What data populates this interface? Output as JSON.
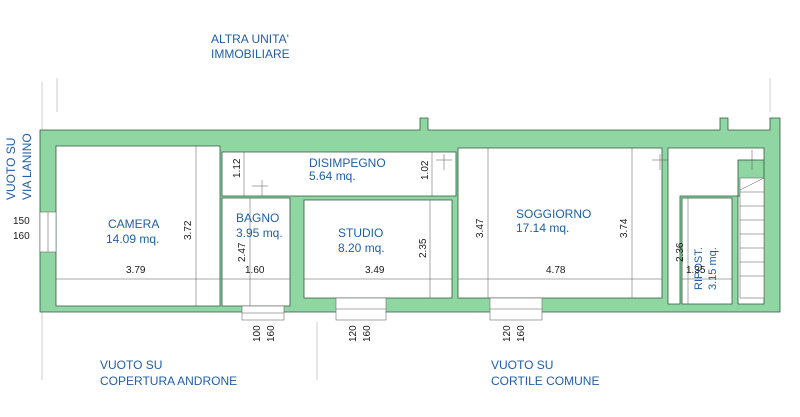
{
  "labels": {
    "altra_line1": "ALTRA UNITA'",
    "altra_line2": "IMMOBILIARE",
    "via_line1": "VUOTO SU",
    "via_line2": "VIA LANINO",
    "androne_line1": "VUOTO SU",
    "androne_line2": "COPERTURA ANDRONE",
    "cortile_line1": "VUOTO SU",
    "cortile_line2": "CORTILE COMUNE"
  },
  "rooms": {
    "camera": {
      "name": "CAMERA",
      "area": "14.09 mq."
    },
    "bagno": {
      "name": "BAGNO",
      "area": "3.95 mq."
    },
    "disimpegno": {
      "name": "DISIMPEGNO",
      "area": "5.64 mq."
    },
    "studio": {
      "name": "STUDIO",
      "area": "8.20 mq."
    },
    "soggiorno": {
      "name": "SOGGIORNO",
      "area": "17.14 mq."
    },
    "ripost": {
      "name": "RIPOST.",
      "area": "3.15 mq."
    }
  },
  "dimensions": {
    "camera_width": "3.79",
    "camera_height": "3.72",
    "bagno_width": "1.60",
    "bagno_height": "2.47",
    "disimpegno_height_left": "1.12",
    "disimpegno_height_right": "1.02",
    "studio_width": "3.49",
    "studio_height": "2.35",
    "soggiorno_width": "4.78",
    "soggiorno_height_left": "3.47",
    "soggiorno_height_right": "3.74",
    "ripost_height": "2.36",
    "ripost_width": "1.35"
  },
  "openings": {
    "window_left": {
      "w": "150",
      "h": "160"
    },
    "window_bagno": {
      "w": "100",
      "h": "160"
    },
    "window_studio": {
      "w": "120",
      "h": "160"
    },
    "window_soggiorno": {
      "w": "120",
      "h": "160"
    }
  },
  "colors": {
    "wall": "#8fd6a3",
    "label_blue": "#1f5fa8"
  }
}
